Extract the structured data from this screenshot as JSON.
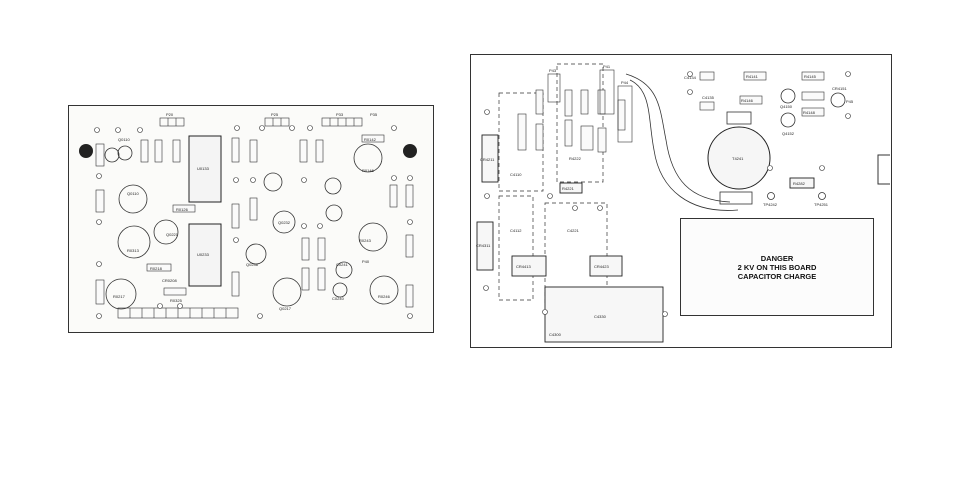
{
  "danger_notice": {
    "line1": "DANGER",
    "line2": "2 KV ON THIS BOARD",
    "line3": "CAPACITOR CHARGE"
  },
  "left_board": {
    "labels": [
      {
        "id": "u0133",
        "text": "U0133"
      },
      {
        "id": "u0233",
        "text": "U0233"
      },
      {
        "id": "q0110",
        "text": "Q0110"
      },
      {
        "id": "q0221",
        "text": "Q0221"
      },
      {
        "id": "q0232",
        "text": "Q0232"
      },
      {
        "id": "q0236",
        "text": "Q0236"
      },
      {
        "id": "q0217",
        "text": "Q0217"
      },
      {
        "id": "q0110b",
        "text": "Q0110"
      },
      {
        "id": "r0313",
        "text": "R0313"
      },
      {
        "id": "r0217",
        "text": "R0217"
      },
      {
        "id": "r0218",
        "text": "R0218"
      },
      {
        "id": "r0126",
        "text": "R0126"
      },
      {
        "id": "r0142",
        "text": "R0142"
      },
      {
        "id": "r0146",
        "text": "R0146"
      },
      {
        "id": "r0243",
        "text": "R0243"
      },
      {
        "id": "r0246",
        "text": "R0246"
      },
      {
        "id": "r0325",
        "text": "R0325"
      },
      {
        "id": "p20",
        "text": "P20"
      },
      {
        "id": "p25",
        "text": "P25"
      },
      {
        "id": "p33",
        "text": "P33"
      },
      {
        "id": "p35",
        "text": "P35"
      },
      {
        "id": "p40",
        "text": "P40"
      },
      {
        "id": "c0241",
        "text": "C0241"
      },
      {
        "id": "c0240",
        "text": "C0240"
      },
      {
        "id": "cr0208",
        "text": "CR0208"
      }
    ]
  },
  "right_board": {
    "labels": [
      {
        "id": "p43",
        "text": "P43"
      },
      {
        "id": "p41",
        "text": "P41"
      },
      {
        "id": "p44",
        "text": "P44"
      },
      {
        "id": "p45",
        "text": "P45"
      },
      {
        "id": "cr4211",
        "text": "CR4211"
      },
      {
        "id": "c4110",
        "text": "C4110"
      },
      {
        "id": "c4112",
        "text": "C4112"
      },
      {
        "id": "c4221",
        "text": "C4221"
      },
      {
        "id": "cr4311",
        "text": "CR4311"
      },
      {
        "id": "cr4413",
        "text": "CR4413"
      },
      {
        "id": "cr4423",
        "text": "CR4423"
      },
      {
        "id": "c4330",
        "text": "C4330"
      },
      {
        "id": "r4221",
        "text": "R4221"
      },
      {
        "id": "r4222",
        "text": "R4222"
      },
      {
        "id": "t4241",
        "text": "T4241"
      },
      {
        "id": "r4282",
        "text": "R4282"
      },
      {
        "id": "tp4242",
        "text": "TP4242"
      },
      {
        "id": "tp4251",
        "text": "TP4251"
      },
      {
        "id": "c4134",
        "text": "C4134"
      },
      {
        "id": "c4135",
        "text": "C4135"
      },
      {
        "id": "r4141",
        "text": "R4141"
      },
      {
        "id": "r4145",
        "text": "R4145"
      },
      {
        "id": "r4146",
        "text": "R4146"
      },
      {
        "id": "r4148",
        "text": "R4148"
      },
      {
        "id": "q4150",
        "text": "Q4150"
      },
      {
        "id": "q4152",
        "text": "Q4152"
      },
      {
        "id": "cr4151",
        "text": "CR4151"
      },
      {
        "id": "c4300",
        "text": "C4300"
      }
    ]
  }
}
